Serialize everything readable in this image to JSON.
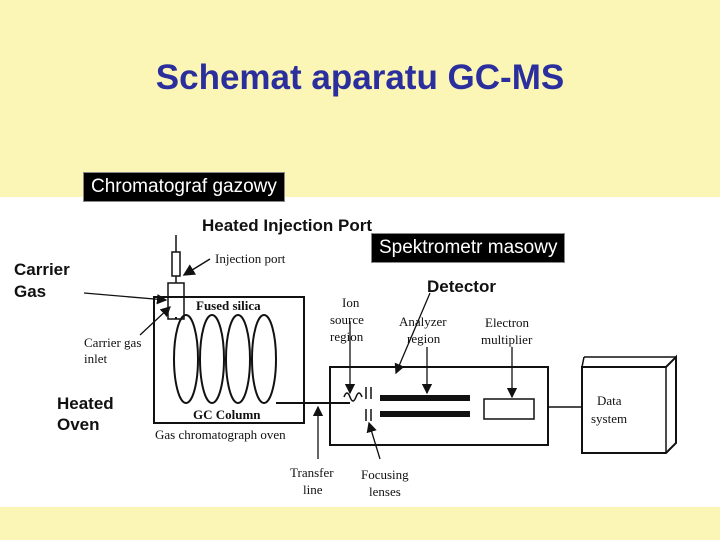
{
  "slide": {
    "title": "Schemat aparatu GC-MS",
    "gc_label": "Chromatograf gazowy",
    "ms_label": "Spektrometr masowy",
    "background_color": "#fbf6b5",
    "title_color": "#2b2f9e"
  },
  "diagram": {
    "heated_injection_port": "Heated Injection Port",
    "carrier_gas": [
      "Carrier",
      "Gas"
    ],
    "injection_port": "Injection port",
    "fused_silica": "Fused silica",
    "carrier_gas_inlet": [
      "Carrier gas",
      "inlet"
    ],
    "heated_oven": [
      "Heated",
      "Oven"
    ],
    "gc_column": "GC Column",
    "gc_oven": "Gas chromatograph oven",
    "detector": "Detector",
    "ion_source_region": [
      "Ion",
      "source",
      "region"
    ],
    "analyzer_region": [
      "Analyzer",
      "region"
    ],
    "electron_multiplier": [
      "Electron",
      "multiplier"
    ],
    "data_system": [
      "Data",
      "system"
    ],
    "transfer_line": [
      "Transfer",
      "line"
    ],
    "focusing_lenses": [
      "Focusing",
      "lenses"
    ]
  }
}
